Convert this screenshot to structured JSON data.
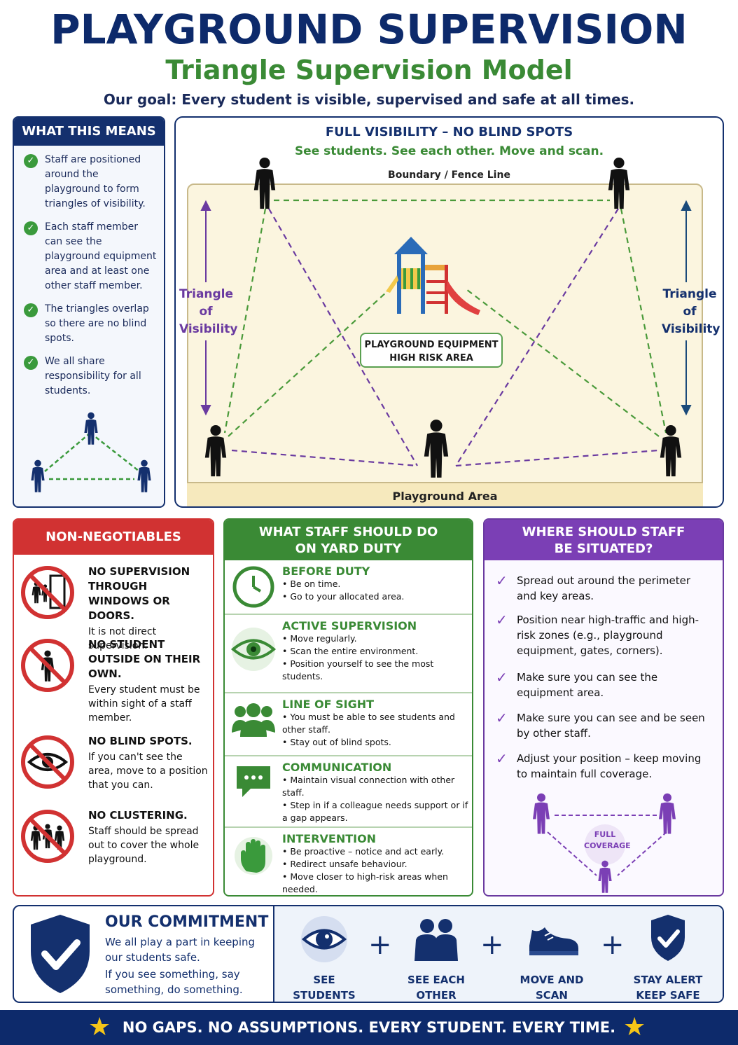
{
  "header": {
    "title": "PLAYGROUND SUPERVISION",
    "subtitle": "Triangle Supervision Model",
    "goal": "Our goal:  Every student is visible, supervised and safe at all times."
  },
  "what_this_means": {
    "title": "WHAT THIS MEANS",
    "items": [
      "Staff are positioned around the playground to form triangles of visibility.",
      "Each staff member can see the playground equipment area and at least one other staff member.",
      "The triangles overlap so there are no blind spots.",
      "We all share responsibility for all students."
    ]
  },
  "diagram": {
    "heading": "FULL VISIBILITY – NO BLIND SPOTS",
    "subheading": "See students.  See each other.  Move and scan.",
    "fence_label": "Boundary / Fence Line",
    "left_label": [
      "Triangle",
      "of",
      "Visibility"
    ],
    "right_label": [
      "Triangle",
      "of",
      "Visibility"
    ],
    "equipment_label": [
      "PLAYGROUND EQUIPMENT",
      "HIGH RISK AREA"
    ],
    "area_label": "Playground Area"
  },
  "non_negotiables": {
    "title": "NON-NEGOTIABLES",
    "items": [
      {
        "title": "NO SUPERVISION THROUGH WINDOWS OR DOORS.",
        "desc": "It is not direct supervision."
      },
      {
        "title": "NO STUDENT OUTSIDE ON THEIR OWN.",
        "desc": "Every student must be within sight of a staff member."
      },
      {
        "title": "NO BLIND SPOTS.",
        "desc": "If you can't see the area, move to a position that you can."
      },
      {
        "title": "NO CLUSTERING.",
        "desc": "Staff should be spread out to cover the whole playground."
      }
    ]
  },
  "what_staff_do": {
    "title": "WHAT STAFF SHOULD DO ON YARD DUTY",
    "sections": [
      {
        "title": "BEFORE DUTY",
        "bullets": [
          "Be on time.",
          "Go to your allocated area."
        ]
      },
      {
        "title": "ACTIVE SUPERVISION",
        "bullets": [
          "Move regularly.",
          "Scan the entire environment.",
          "Position yourself to see the most students."
        ]
      },
      {
        "title": "LINE OF SIGHT",
        "bullets": [
          "You must be able to see students and other staff.",
          "Stay out of blind spots."
        ]
      },
      {
        "title": "COMMUNICATION",
        "bullets": [
          "Maintain visual connection with other staff.",
          "Step in if a colleague needs support or if a gap appears."
        ]
      },
      {
        "title": "INTERVENTION",
        "bullets": [
          "Be proactive – notice and act early.",
          "Redirect unsafe behaviour.",
          "Move closer to high-risk areas when needed."
        ]
      }
    ]
  },
  "where_situated": {
    "title": "WHERE SHOULD STAFF BE SITUATED?",
    "items": [
      "Spread out around the perimeter and key areas.",
      "Position near high-traffic and high-risk zones (e.g., playground equipment, gates, corners).",
      "Make sure you can see the equipment area.",
      "Make sure you can see and be seen by other staff.",
      "Adjust your position – keep moving to maintain full coverage."
    ],
    "badge": [
      "FULL",
      "COVERAGE"
    ]
  },
  "commitment": {
    "title": "OUR COMMITMENT",
    "line1": "We all play a part in keeping our students safe.",
    "line2": "If you see something, say something, do something.",
    "steps": [
      [
        "SEE",
        "STUDENTS"
      ],
      [
        "SEE EACH",
        "OTHER"
      ],
      [
        "MOVE AND",
        "SCAN"
      ],
      [
        "STAY ALERT",
        "KEEP SAFE"
      ]
    ],
    "plus": "+"
  },
  "footer": {
    "text": "NO GAPS.  NO ASSUMPTIONS.  EVERY STUDENT.  EVERY TIME.",
    "star": "★"
  },
  "colors": {
    "navy": "#0d2a6b",
    "green": "#3a8a35",
    "red": "#d13232",
    "purple": "#7b3fb5",
    "sand": "#fbf5df"
  }
}
